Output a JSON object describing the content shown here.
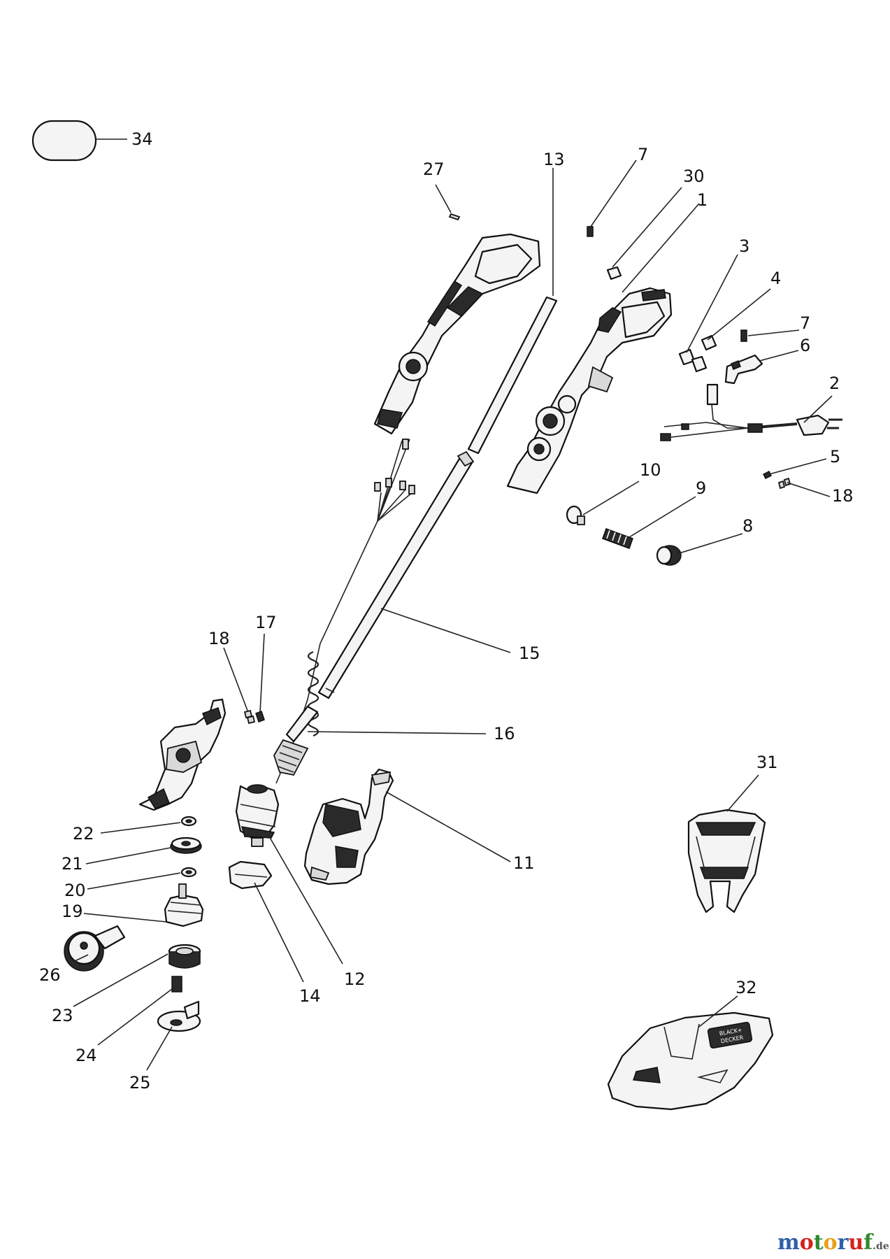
{
  "callouts": {
    "n1": "1",
    "n2": "2",
    "n3": "3",
    "n4": "4",
    "n5": "5",
    "n6": "6",
    "n7a": "7",
    "n7b": "7",
    "n8": "8",
    "n9": "9",
    "n10": "10",
    "n11": "11",
    "n12": "12",
    "n13": "13",
    "n14": "14",
    "n15": "15",
    "n16": "16",
    "n17": "17",
    "n18a": "18",
    "n18b": "18",
    "n19": "19",
    "n20": "20",
    "n21": "21",
    "n22": "22",
    "n23": "23",
    "n24": "24",
    "n25": "25",
    "n26": "26",
    "n27": "27",
    "n30": "30",
    "n31": "31",
    "n32": "32",
    "n34": "34"
  },
  "guard_brand": {
    "line1": "BLACK+",
    "line2": "DECKER"
  },
  "watermark": {
    "m": "m",
    "o1": "o",
    "t": "t",
    "o2": "o",
    "r": "r",
    "u": "u",
    "f": "f",
    "tld": ".de",
    "colors": [
      "#2f5fa8",
      "#d2241c",
      "#2f8a2f",
      "#e7a11a",
      "#2f5fa8",
      "#d2241c",
      "#2f8a2f",
      "#555555"
    ]
  }
}
